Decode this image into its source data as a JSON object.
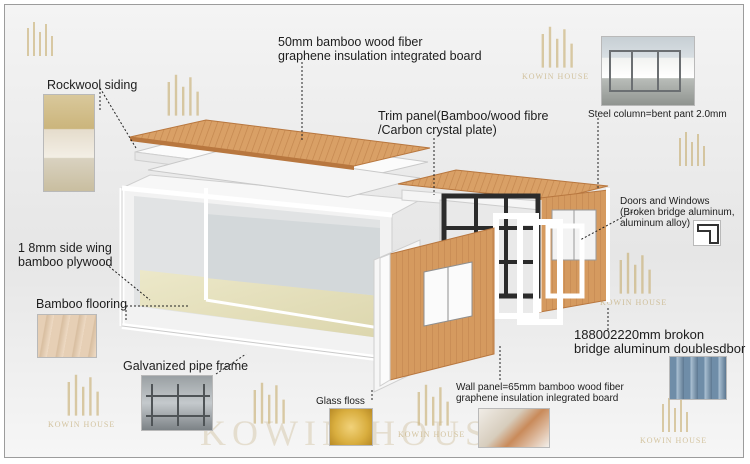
{
  "labels": {
    "top_board": [
      "50mm bamboo wood fiber",
      "graphene insulation integrated board"
    ],
    "rockwool": "Rockwool siding",
    "trim_panel": [
      "Trim panel(Bamboo/wood fibre",
      "/Carbon crystal plate)"
    ],
    "steel_column": "Steel column=bent pant 2.0mm",
    "doors_windows": [
      "Doors and Windows",
      "(Broken bridge aluminum,",
      "aluminum alloy)"
    ],
    "side_wing": [
      "1 8mm side wing",
      "bamboo plywood"
    ],
    "bamboo_flooring": "Bamboo flooring",
    "galvanized_pipe": "Galvanized pipe frame",
    "glass_floss": "Glass floss",
    "wall_panel": [
      "Wall panel=65mm bamboo wood fiber",
      "graphene insulation inlegrated board"
    ],
    "brokon_bridge": [
      "188002220mm brokon",
      "bridge aluminum doublesdbor"
    ]
  },
  "watermark": {
    "brand": "KOWIN HOUSE",
    "big": "KOWIN HOUSE"
  },
  "colors": {
    "wood": "#d59a5f",
    "wood_dark": "#b8773f",
    "frame_white": "#fafafa",
    "leader_line": "#222222",
    "watermark": "#b89b58"
  },
  "icons": {
    "logo": "kowin-house-logo",
    "photos": [
      "rockwool-photo",
      "steel-column-photo",
      "door-profile-icon",
      "bamboo-flooring-photo",
      "pipe-frame-photo",
      "glass-floss-photo",
      "wall-panel-photo",
      "aluminum-door-photo"
    ]
  }
}
